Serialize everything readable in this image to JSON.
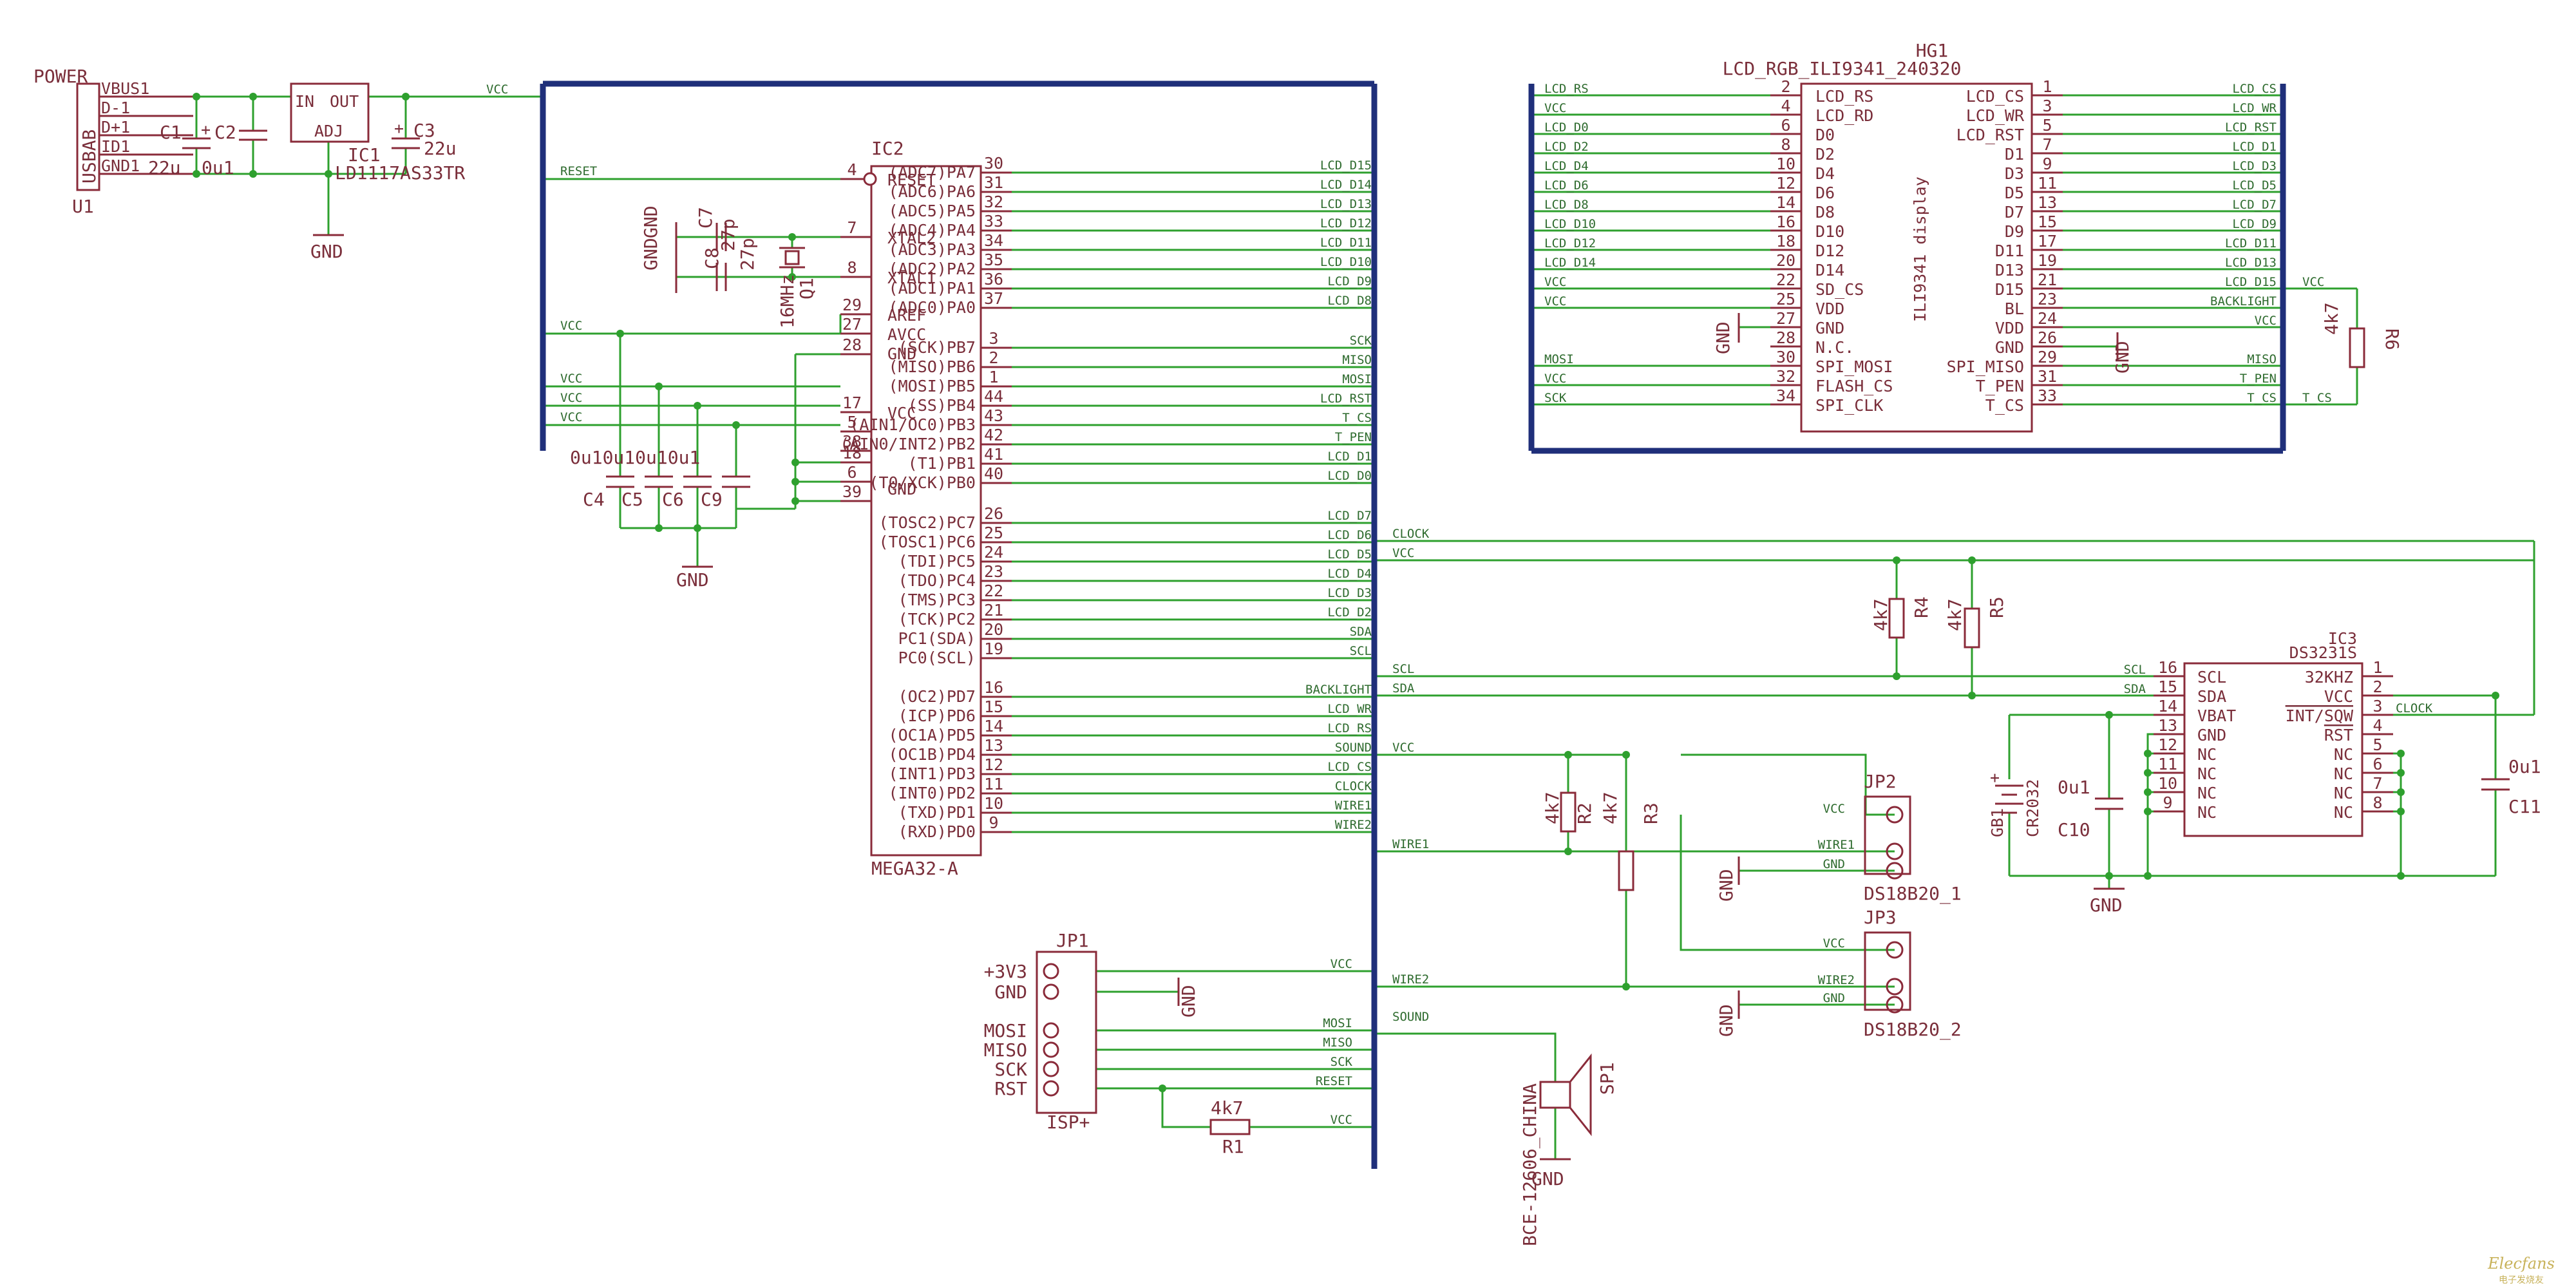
{
  "colors": {
    "wire": "#2ea02e",
    "part": "#8a2b3a",
    "bus": "#1f2f7a",
    "text": "#7a2e3a",
    "net": "#2e6b2e"
  },
  "left_nets": {
    "vcc_top": "VCC",
    "reset": "RESET",
    "vcc_avcc": "VCC",
    "vcc17": "VCC",
    "vcc5": "VCC",
    "vcc38": "VCC"
  },
  "power": {
    "title": "POWER",
    "connector": "USBAB",
    "ref": "U1",
    "pins": [
      "VBUS1",
      "D-1",
      "D+1",
      "ID1",
      "GND1"
    ],
    "c1": "C1",
    "c1_val": "22u",
    "c2": "C2",
    "c2_val": "0u1",
    "reg_in": "IN",
    "reg_out": "OUT",
    "reg_adj": "ADJ",
    "reg_ref": "IC1",
    "reg_part": "LD1117AS33TR",
    "c3": "C3",
    "c3_val": "22u",
    "plus": "+",
    "gnd": "GND"
  },
  "crystal": {
    "gnd_a": "GND",
    "gnd_b": "GND",
    "c7": "C7",
    "c7_val": "27p",
    "c8": "C8",
    "c8_val": "27p",
    "q": "Q1",
    "q_val": "16MHz",
    "decap_vals": "0u10u10u10u1",
    "c4": "C4",
    "c5": "C5",
    "c6": "C6",
    "c9": "C9",
    "gnd": "GND"
  },
  "mcu": {
    "ref": "IC2",
    "part": "MEGA32-A",
    "left": [
      {
        "name": "RESET",
        "num": "4"
      },
      {
        "name": "XTAL2",
        "num": "7"
      },
      {
        "name": "XTAL1",
        "num": "8"
      },
      {
        "name": "AREF",
        "num": "29"
      },
      {
        "name": "AVCC",
        "num": "27"
      },
      {
        "name": "GND",
        "num": "28"
      },
      {
        "name": "VCC",
        "num": "17"
      },
      {
        "name": "",
        "num": "5"
      },
      {
        "name": "",
        "num": "38"
      },
      {
        "name": "",
        "num": "18"
      },
      {
        "name": "GND",
        "num": "6"
      },
      {
        "name": "",
        "num": "39"
      }
    ],
    "right": [
      {
        "name": "(ADC7)PA7",
        "num": "30",
        "net": "LCD_D15"
      },
      {
        "name": "(ADC6)PA6",
        "num": "31",
        "net": "LCD_D14"
      },
      {
        "name": "(ADC5)PA5",
        "num": "32",
        "net": "LCD_D13"
      },
      {
        "name": "(ADC4)PA4",
        "num": "33",
        "net": "LCD_D12"
      },
      {
        "name": "(ADC3)PA3",
        "num": "34",
        "net": "LCD_D11"
      },
      {
        "name": "(ADC2)PA2",
        "num": "35",
        "net": "LCD_D10"
      },
      {
        "name": "(ADC1)PA1",
        "num": "36",
        "net": "LCD_D9"
      },
      {
        "name": "(ADC0)PA0",
        "num": "37",
        "net": "LCD_D8"
      },
      {
        "name": "(SCK)PB7",
        "num": "3",
        "net": "SCK"
      },
      {
        "name": "(MISO)PB6",
        "num": "2",
        "net": "MISO"
      },
      {
        "name": "(MOSI)PB5",
        "num": "1",
        "net": "MOSI"
      },
      {
        "name": "(SS)PB4",
        "num": "44",
        "net": "LCD_RST"
      },
      {
        "name": "(AIN1/OC0)PB3",
        "num": "43",
        "net": "T_CS"
      },
      {
        "name": "(AIN0/INT2)PB2",
        "num": "42",
        "net": "T_PEN"
      },
      {
        "name": "(T1)PB1",
        "num": "41",
        "net": "LCD_D1"
      },
      {
        "name": "(T0/XCK)PB0",
        "num": "40",
        "net": "LCD_D0"
      },
      {
        "name": "(TOSC2)PC7",
        "num": "26",
        "net": "LCD_D7"
      },
      {
        "name": "(TOSC1)PC6",
        "num": "25",
        "net": "LCD_D6"
      },
      {
        "name": "(TDI)PC5",
        "num": "24",
        "net": "LCD_D5"
      },
      {
        "name": "(TDO)PC4",
        "num": "23",
        "net": "LCD_D4"
      },
      {
        "name": "(TMS)PC3",
        "num": "22",
        "net": "LCD_D3"
      },
      {
        "name": "(TCK)PC2",
        "num": "21",
        "net": "LCD_D2"
      },
      {
        "name": "PC1(SDA)",
        "num": "20",
        "net": "SDA"
      },
      {
        "name": "PC0(SCL)",
        "num": "19",
        "net": "SCL"
      },
      {
        "name": "(OC2)PD7",
        "num": "16",
        "net": "BACKLIGHT"
      },
      {
        "name": "(ICP)PD6",
        "num": "15",
        "net": "LCD_WR"
      },
      {
        "name": "(OC1A)PD5",
        "num": "14",
        "net": "LCD_RS"
      },
      {
        "name": "(OC1B)PD4",
        "num": "13",
        "net": "SOUND"
      },
      {
        "name": "(INT1)PD3",
        "num": "12",
        "net": "LCD_CS"
      },
      {
        "name": "(INT0)PD2",
        "num": "11",
        "net": "CLOCK"
      },
      {
        "name": "(TXD)PD1",
        "num": "10",
        "net": "WIRE1"
      },
      {
        "name": "(RXD)PD0",
        "num": "9",
        "net": "WIRE2"
      }
    ]
  },
  "lcd": {
    "title": "HG1",
    "part": "LCD_RGB_ILI9341_240320",
    "inner": "ILI9341 display",
    "left": [
      {
        "net": "LCD_RS",
        "num": "2",
        "name": "LCD_RS"
      },
      {
        "net": "VCC",
        "num": "4",
        "name": "LCD_RD"
      },
      {
        "net": "LCD_D0",
        "num": "6",
        "name": "D0"
      },
      {
        "net": "LCD_D2",
        "num": "8",
        "name": "D2"
      },
      {
        "net": "LCD_D4",
        "num": "10",
        "name": "D4"
      },
      {
        "net": "LCD_D6",
        "num": "12",
        "name": "D6"
      },
      {
        "net": "LCD_D8",
        "num": "14",
        "name": "D8"
      },
      {
        "net": "LCD_D10",
        "num": "16",
        "name": "D10"
      },
      {
        "net": "LCD_D12",
        "num": "18",
        "name": "D12"
      },
      {
        "net": "LCD_D14",
        "num": "20",
        "name": "D14"
      },
      {
        "net": "VCC",
        "num": "22",
        "name": "SD_CS"
      },
      {
        "net": "VCC",
        "num": "25",
        "name": "VDD"
      },
      {
        "net": "",
        "num": "27",
        "name": "GND"
      },
      {
        "net": "",
        "num": "28",
        "name": "N.C."
      },
      {
        "net": "MOSI",
        "num": "30",
        "name": "SPI_MOSI"
      },
      {
        "net": "VCC",
        "num": "32",
        "name": "FLASH_CS"
      },
      {
        "net": "SCK",
        "num": "34",
        "name": "SPI_CLK"
      }
    ],
    "right": [
      {
        "name": "LCD_CS",
        "num": "1",
        "net": "LCD_CS"
      },
      {
        "name": "LCD_WR",
        "num": "3",
        "net": "LCD_WR"
      },
      {
        "name": "LCD_RST",
        "num": "5",
        "net": "LCD_RST"
      },
      {
        "name": "D1",
        "num": "7",
        "net": "LCD_D1"
      },
      {
        "name": "D3",
        "num": "9",
        "net": "LCD_D3"
      },
      {
        "name": "D5",
        "num": "11",
        "net": "LCD_D5"
      },
      {
        "name": "D7",
        "num": "13",
        "net": "LCD_D7"
      },
      {
        "name": "D9",
        "num": "15",
        "net": "LCD_D9"
      },
      {
        "name": "D11",
        "num": "17",
        "net": "LCD_D11"
      },
      {
        "name": "D13",
        "num": "19",
        "net": "LCD_D13"
      },
      {
        "name": "D15",
        "num": "21",
        "net": "LCD_D15"
      },
      {
        "name": "BL",
        "num": "23",
        "net": "BACKLIGHT"
      },
      {
        "name": "VDD",
        "num": "24",
        "net": "VCC"
      },
      {
        "name": "GND",
        "num": "26",
        "net": ""
      },
      {
        "name": "SPI_MISO",
        "num": "29",
        "net": "MISO"
      },
      {
        "name": "T_PEN",
        "num": "31",
        "net": "T_PEN"
      },
      {
        "name": "T_CS",
        "num": "33",
        "net": "T_CS"
      }
    ],
    "gnd_l": "GND",
    "gnd_r": "GND",
    "r6": "R6",
    "r6_val": "4k7",
    "vcc_r6": "VCC",
    "tcs_r6": "T_CS"
  },
  "rtc": {
    "ref": "IC3",
    "part": "DS3231S",
    "left": [
      {
        "net": "SCL",
        "num": "16",
        "name": "SCL"
      },
      {
        "net": "SDA",
        "num": "15",
        "name": "SDA"
      },
      {
        "net": "",
        "num": "14",
        "name": "VBAT"
      },
      {
        "net": "",
        "num": "13",
        "name": "GND"
      },
      {
        "net": "",
        "num": "12",
        "name": "NC"
      },
      {
        "net": "",
        "num": "11",
        "name": "NC"
      },
      {
        "net": "",
        "num": "10",
        "name": "NC"
      },
      {
        "net": "",
        "num": "9",
        "name": "NC"
      }
    ],
    "right": [
      {
        "name": "32KHZ",
        "num": "1"
      },
      {
        "name": "VCC",
        "num": "2"
      },
      {
        "name": "INT/SQW",
        "num": "3"
      },
      {
        "name": "RST",
        "num": "4"
      },
      {
        "name": "NC",
        "num": "5"
      },
      {
        "name": "NC",
        "num": "6"
      },
      {
        "name": "NC",
        "num": "7"
      },
      {
        "name": "NC",
        "num": "8"
      }
    ],
    "clock_net": "CLOCK",
    "c10": "C10",
    "c10_val": "0u1",
    "c11": "C11",
    "c11_val": "0u1",
    "gb": "GB1",
    "gb_part": "CR2032",
    "gnd": "GND"
  },
  "bus_labels": {
    "clock": "CLOCK",
    "vcc": "VCC",
    "scl": "SCL",
    "sda": "SDA",
    "vcc2": "VCC",
    "wire1": "WIRE1",
    "wire2": "WIRE2",
    "sound": "SOUND"
  },
  "pullups": {
    "r4": "R4",
    "r4_val": "4k7",
    "r5": "R5",
    "r5_val": "4k7",
    "r2": "R2",
    "r2_val": "4k7",
    "r3": "R3",
    "r3_val": "4k7"
  },
  "jp2": {
    "ref": "JP2",
    "part": "DS18B20_1",
    "nets": [
      "VCC",
      "WIRE1",
      "GND"
    ],
    "gnd": "GND"
  },
  "jp3": {
    "ref": "JP3",
    "part": "DS18B20_2",
    "nets": [
      "VCC",
      "WIRE2",
      "GND"
    ],
    "gnd": "GND"
  },
  "jp1": {
    "ref": "JP1",
    "part": "ISP+",
    "labels": [
      "+3V3",
      "GND",
      "MOSI",
      "MISO",
      "SCK",
      "RST"
    ],
    "nets": [
      "VCC",
      "MOSI",
      "MISO",
      "SCK",
      "RESET"
    ],
    "gnd": "GND",
    "r1": "R1",
    "r1_val": "4k7",
    "r1_net": "VCC"
  },
  "speaker": {
    "ref": "SP1",
    "part": "BCE-12606_CHINA",
    "gnd": "GND"
  },
  "watermark": {
    "line1": "Elecfans",
    "line2": "电子发烧友"
  }
}
